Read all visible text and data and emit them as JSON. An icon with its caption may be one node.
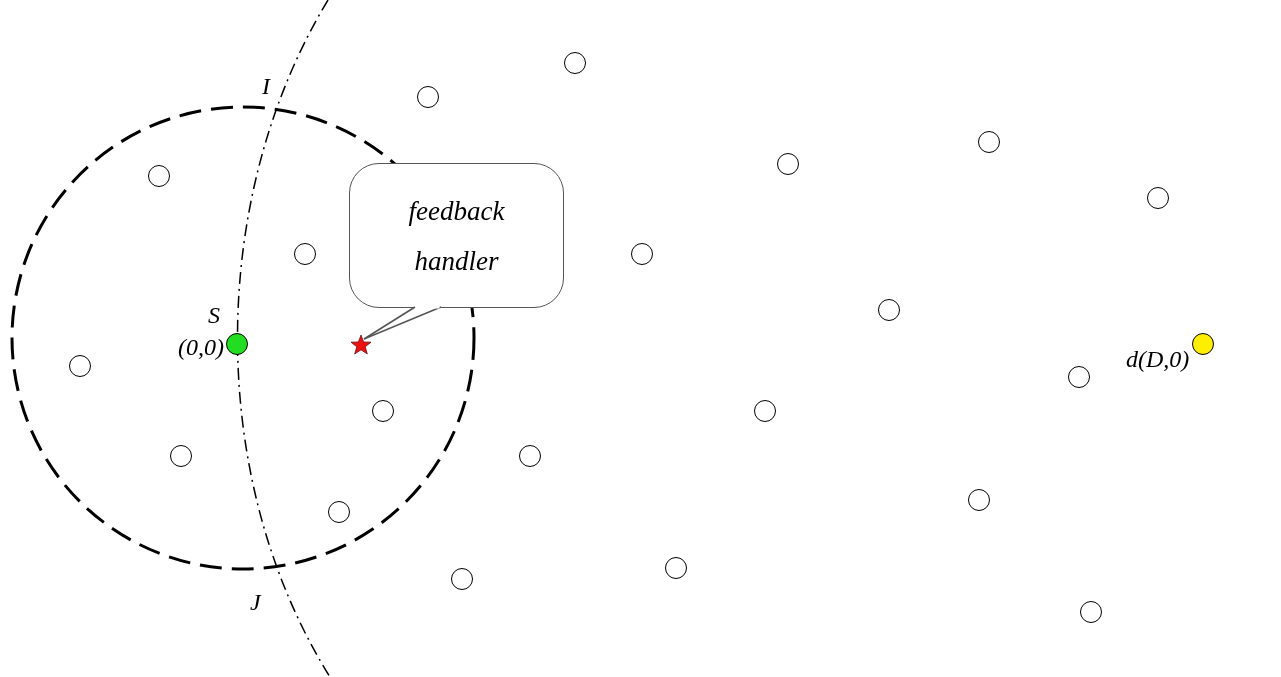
{
  "diagram": {
    "nodes": [
      {
        "text": [
          "feedback handler"
        ]
      },
      {
        "text": [],
        "shape": "star"
      },
      {
        "text": [],
        "shape": "circle"
      },
      {
        "text": [],
        "shape": "circle"
      },
      {
        "text": [],
        "shape": "circle"
      },
      {
        "text": [],
        "shape": "circle",
        "beside": [
          "S",
          "(0,0)"
        ]
      },
      {
        "text": [],
        "shape": "circle"
      },
      {
        "text": [],
        "shape": "circle"
      },
      {
        "text": [],
        "shape": "circle"
      },
      {
        "text": [],
        "shape": "circle"
      },
      {
        "text": [],
        "shape": "circle"
      },
      {
        "text": [],
        "shape": "circle"
      },
      {
        "text": [],
        "shape": "circle"
      },
      {
        "text": [],
        "shape": "circle"
      },
      {
        "text": [],
        "shape": "circle"
      },
      {
        "text": [],
        "shape": "circle"
      },
      {
        "text": [],
        "shape": "circle"
      },
      {
        "text": [],
        "shape": "circle"
      },
      {
        "text": [],
        "shape": "circle"
      },
      {
        "text": [],
        "shape": "circle"
      },
      {
        "text": [],
        "shape": "circle"
      },
      {
        "text": [],
        "shape": "circle"
      },
      {
        "text": [],
        "shape": "circle"
      },
      {
        "text": [],
        "shape": "circle",
        "beside": [
          "d(D,0)"
        ]
      }
    ],
    "edges": [
      {
        "from": 0,
        "to": 1,
        "arrow": "none"
      }
    ],
    "labels": [
      "I",
      "J"
    ]
  }
}
